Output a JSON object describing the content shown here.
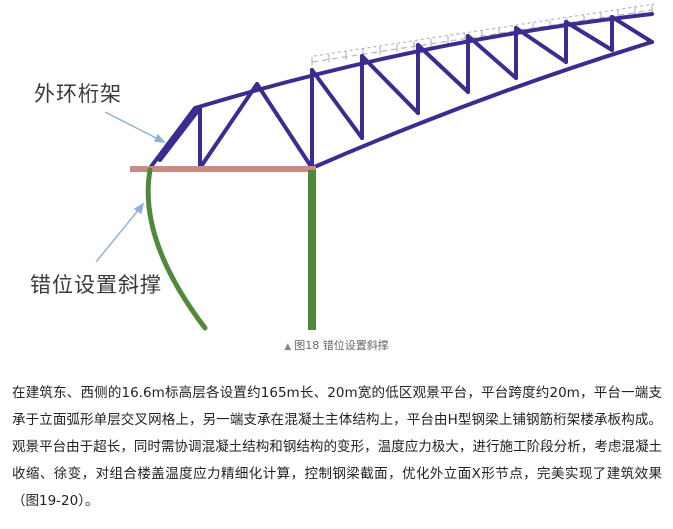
{
  "figure": {
    "label_outer_truss": "外环桁架",
    "label_offset_brace": "错位设置斜撑",
    "caption_marker": "▲",
    "caption": "图18 错位设置斜撑",
    "colors": {
      "truss": "#3b2c8f",
      "platform": "#c98b84",
      "column": "#4f8a3c",
      "curtain": "#b7b4c9",
      "arrow": "#8fb1d6"
    }
  },
  "article": {
    "paragraph": "在建筑东、西侧的16.6m标高层各设置约165m长、20m宽的低区观景平台，平台跨度约20m，平台一端支承于立面弧形单层交叉网格上，另一端支承在混凝土主体结构上，平台由H型钢梁上铺钢筋桁架楼承板构成。观景平台由于超长，同时需协调混凝土结构和钢结构的变形，温度应力极大，进行施工阶段分析，考虑混凝土收缩、徐变，对组合楼盖温度应力精细化计算，控制钢梁截面，优化外立面X形节点，完美实现了建筑效果（图19-20）。"
  }
}
